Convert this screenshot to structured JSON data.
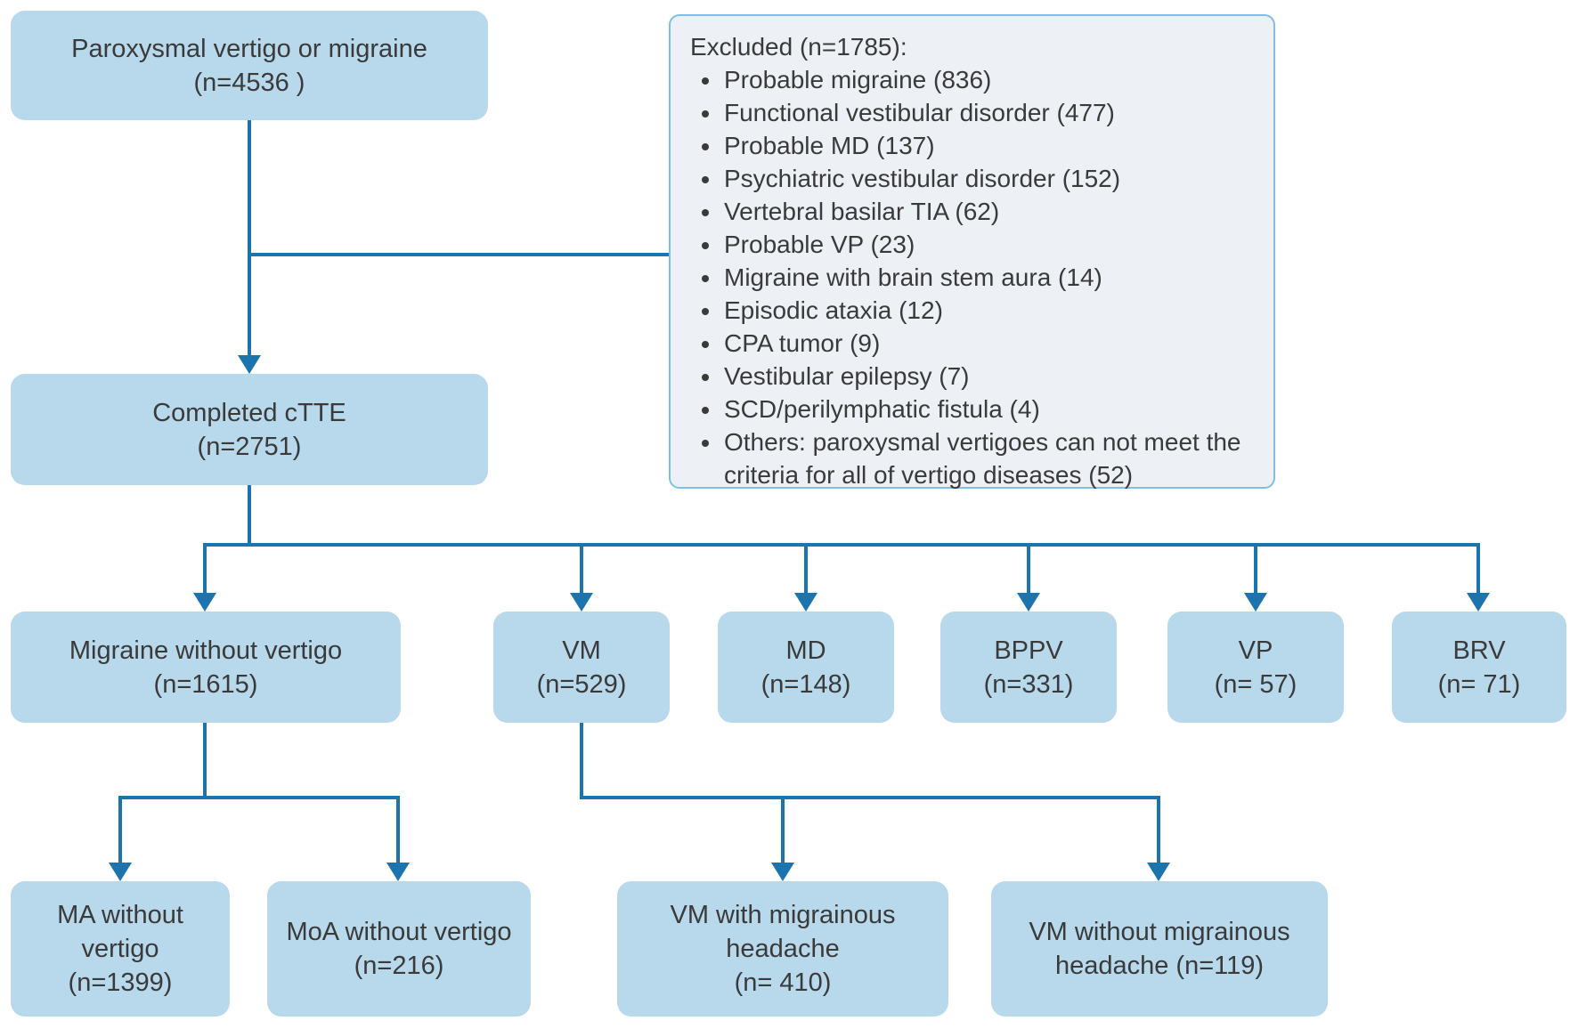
{
  "flow": {
    "top_box": {
      "lines": [
        "Paroxysmal vertigo or migraine",
        "(n=4536 )"
      ]
    },
    "excluded": {
      "title": "Excluded (n=1785):",
      "items": [
        "Probable migraine (836)",
        "Functional vestibular disorder (477)",
        "Probable MD (137)",
        "Psychiatric vestibular disorder (152)",
        "Vertebral basilar TIA (62)",
        "Probable VP (23)",
        "Migraine with brain stem aura (14)",
        "Episodic ataxia (12)",
        "CPA tumor (9)",
        "Vestibular epilepsy (7)",
        "SCD/perilymphatic fistula (4)",
        "Others: paroxysmal vertigoes can not  meet the criteria for all of vertigo diseases (52)"
      ]
    },
    "completed_box": {
      "lines": [
        "Completed cTTE",
        "(n=2751)"
      ]
    },
    "row3": [
      {
        "lines": [
          "Migraine without vertigo",
          "(n=1615)"
        ]
      },
      {
        "lines": [
          "VM",
          "(n=529)"
        ]
      },
      {
        "lines": [
          "MD",
          "(n=148)"
        ]
      },
      {
        "lines": [
          "BPPV",
          "(n=331)"
        ]
      },
      {
        "lines": [
          "VP",
          "(n= 57)"
        ]
      },
      {
        "lines": [
          "BRV",
          "(n= 71)"
        ]
      }
    ],
    "row4": [
      {
        "lines": [
          "MA without",
          "vertigo",
          "(n=1399)"
        ]
      },
      {
        "lines": [
          "MoA without vertigo",
          "(n=216)"
        ]
      },
      {
        "lines": [
          "VM with migrainous",
          "headache",
          "(n= 410)"
        ]
      },
      {
        "lines": [
          "VM without migrainous",
          "headache (n=119)"
        ]
      }
    ],
    "colors": {
      "box_fill": "#b8d8ec",
      "connector_blue": "#1b74ae",
      "excluded_fill": "#edf1f6",
      "excluded_border": "#7dc0e6",
      "text": "#3a3a3a"
    }
  }
}
